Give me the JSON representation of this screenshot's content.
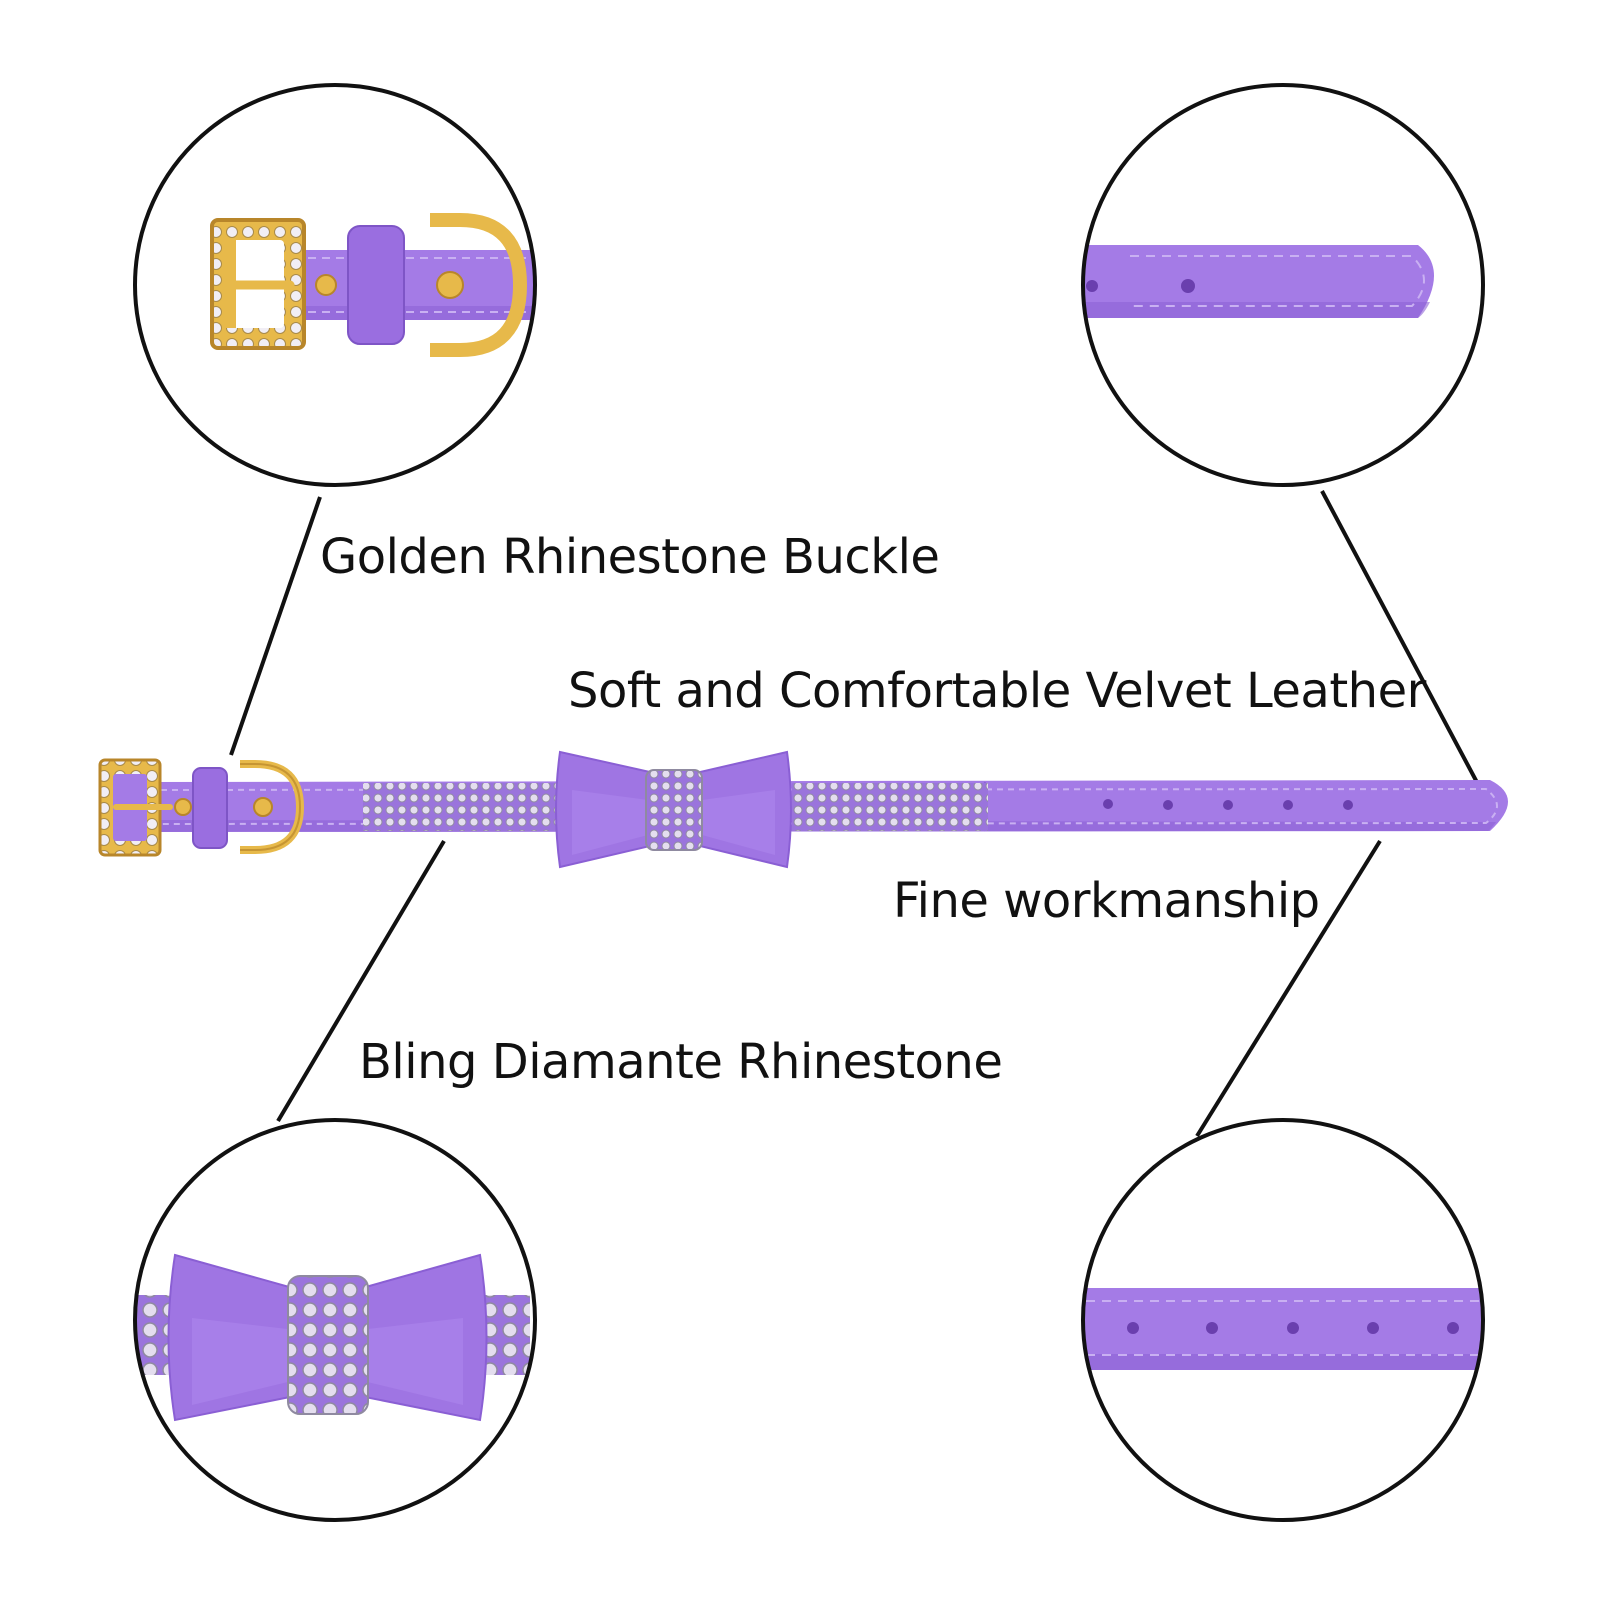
{
  "captions": {
    "buckle": "Golden Rhinestone Buckle",
    "velvet": "Soft and Comfortable Velvet Leather",
    "fine": "Fine workmanship",
    "bling": "Bling Diamante Rhinestone"
  },
  "colors": {
    "strap": "#a47be6",
    "strap_dark": "#8d62d6",
    "stitch": "#c9b0f2",
    "gold": "#e7b94a",
    "gold_dark": "#b8862a",
    "rhinestone": "#d9d3e6",
    "ink": "#111111"
  }
}
